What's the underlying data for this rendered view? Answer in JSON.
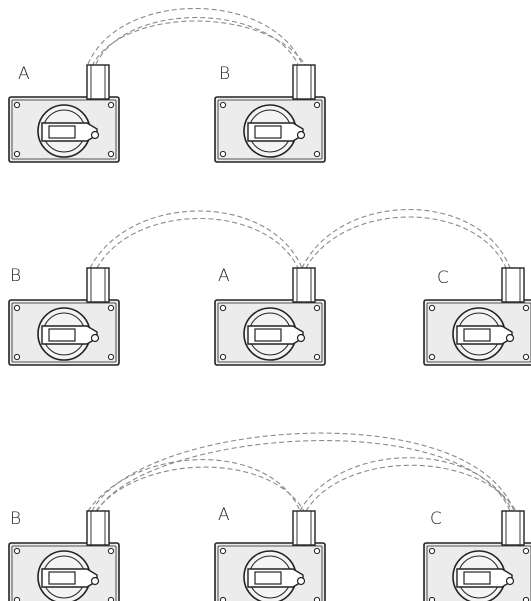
{
  "rows": [
    {
      "labels": [
        "A",
        "B"
      ]
    },
    {
      "labels": [
        "B",
        "A",
        "C"
      ]
    },
    {
      "labels": [
        "B",
        "A",
        "C"
      ]
    }
  ],
  "colors": {
    "outline": "#222222",
    "fill": "#ececec",
    "cable": "#8a8a8a"
  },
  "icons": [
    "interlock-switch-icon",
    "cable-icon"
  ]
}
